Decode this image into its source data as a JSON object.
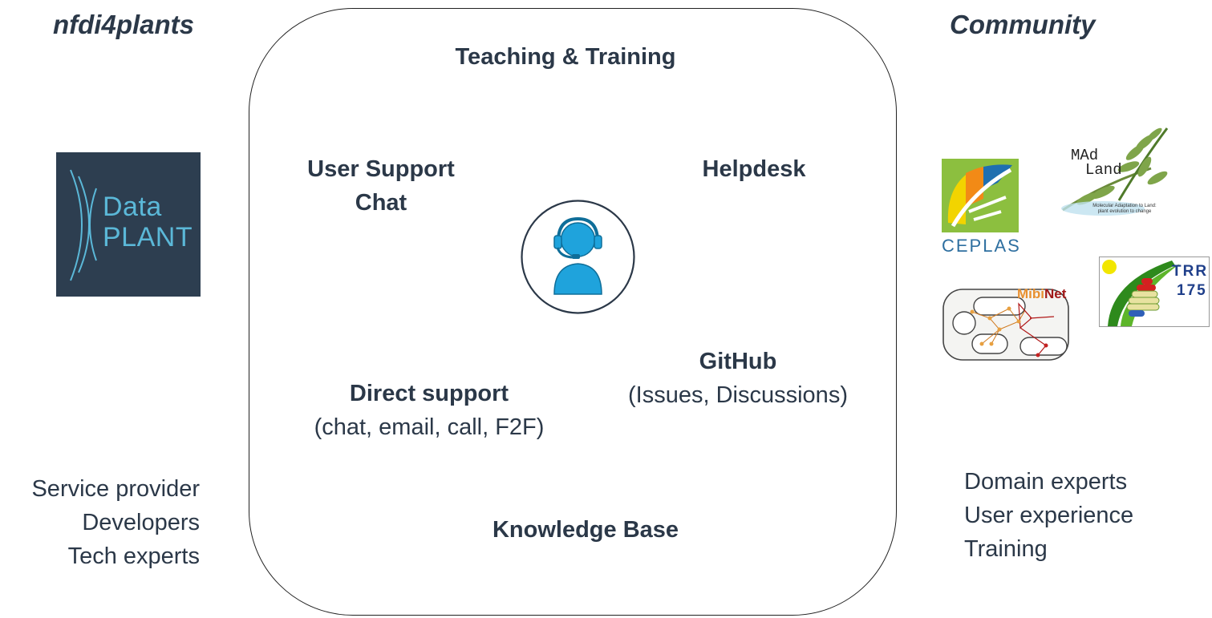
{
  "left": {
    "title": "nfdi4plants",
    "logo": {
      "line1": "Data",
      "line2": "PLANT"
    },
    "roles": [
      "Service provider",
      "Developers",
      "Tech experts"
    ]
  },
  "right": {
    "title": "Community",
    "logos": {
      "madland": {
        "line1": "MAd",
        "line2": "Land",
        "caption1": "Molecular Adaptation to Land:",
        "caption2": "plant evolution to change"
      },
      "ceplas": {
        "text": "CEPLAS"
      },
      "trr": {
        "line1": "TRR",
        "line2": "175"
      },
      "mibinet": {
        "part1": "Mibi",
        "part2": "Net"
      }
    },
    "roles": [
      "Domain experts",
      "User experience",
      "Training"
    ]
  },
  "center": {
    "teaching": "Teaching & Training",
    "user_support_line1": "User Support",
    "user_support_line2": "Chat",
    "helpdesk": "Helpdesk",
    "direct_support": "Direct support",
    "direct_support_sub": "(chat, email, call, F2F)",
    "github": "GitHub",
    "github_sub": "(Issues, Discussions)",
    "knowledge_base": "Knowledge Base",
    "icon": "support-agent-icon"
  },
  "colors": {
    "text": "#2b3848",
    "accent": "#1fa3dc",
    "logo_bg": "#2d3e50"
  }
}
